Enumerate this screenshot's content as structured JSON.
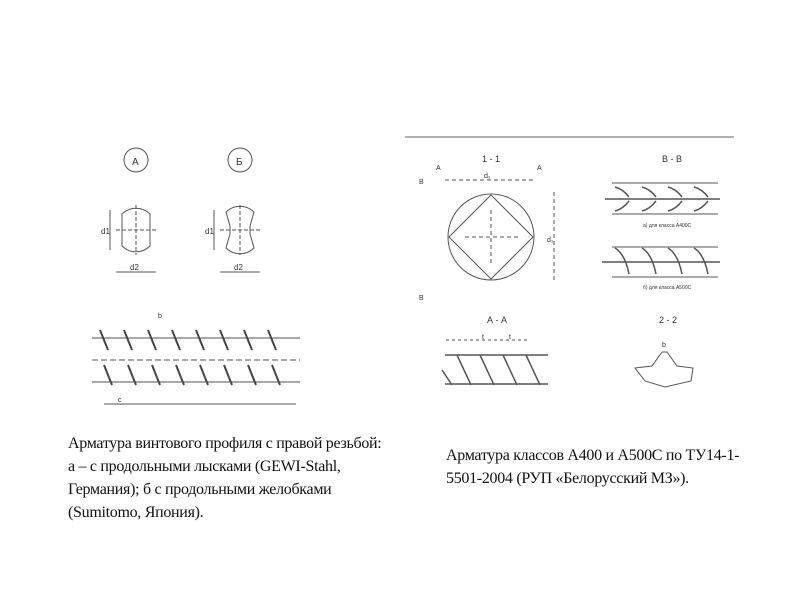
{
  "left_figure": {
    "label_a": "А",
    "label_b": "Б",
    "dim_d1": "d1",
    "dim_d2": "d2",
    "dim_c": "c",
    "dim_b": "b"
  },
  "right_figure": {
    "section_1_1": "1 - 1",
    "section_v_v": "В - В",
    "section_a_a": "А - А",
    "section_2_2": "2 - 2",
    "note_a400": "а) для класса А400С",
    "note_a500": "б) для класса А500С",
    "dim_d": "d₁",
    "dim_t": "t",
    "dim_b": "b",
    "marker_a": "А",
    "marker_v": "В"
  },
  "captions": {
    "left": "Арматура винтового профиля с правой резьбой: а – с продольными лысками (GEWI-Stahl, Германия); б с продольными желобками (Sumitomo, Япония).",
    "right": "Арматура  классов А400 и А500С по ТУ14-1-5501-2004 (РУП «Белорусский МЗ»)."
  }
}
